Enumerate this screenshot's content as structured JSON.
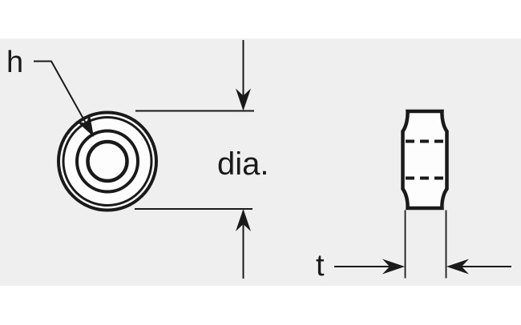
{
  "labels": {
    "hole_diameter": "h",
    "outer_diameter": "dia.",
    "thickness": "t"
  },
  "colors": {
    "page_background": "#ffffff",
    "drawing_background": "#efefef",
    "line": "#1a1a1a",
    "part_fill": "#fdfdfd"
  }
}
